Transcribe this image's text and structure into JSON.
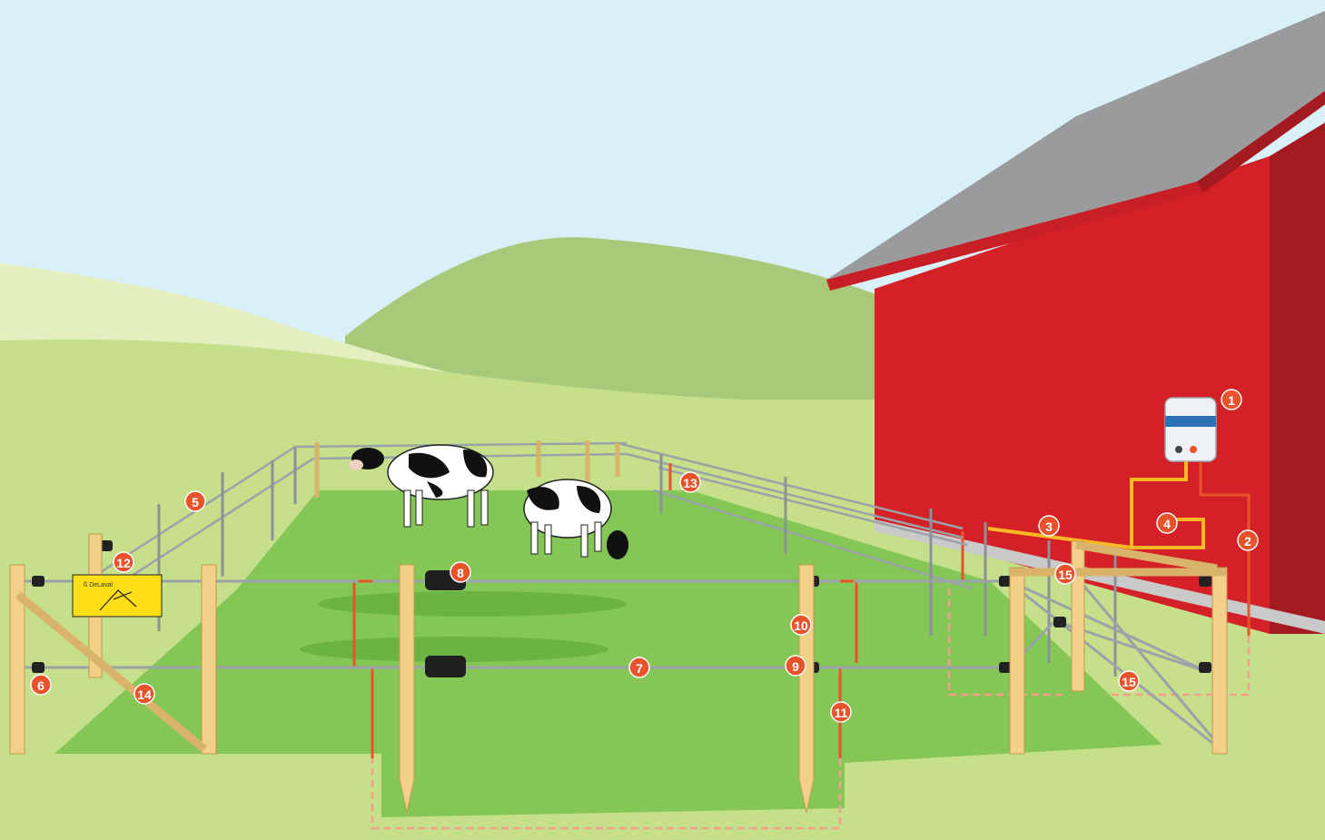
{
  "diagram": {
    "colors": {
      "sky": "#daf0f9",
      "hill_far": "#a8c97a",
      "hill_light": "#e3efbf",
      "grass": "#c6df8a",
      "paddock": "#7dc451",
      "barn_wall": "#d42027",
      "barn_roof": "#9a9b9d",
      "post": "#f2d08a",
      "wire": "#9aa3a8",
      "live_lead": "#e8532b",
      "supply_lead": "#f7b824",
      "callout": "#e8532b"
    },
    "sign": {
      "brand": "ß DeLaval"
    },
    "callouts": [
      {
        "number": "1"
      },
      {
        "number": "2"
      },
      {
        "number": "3"
      },
      {
        "number": "4"
      },
      {
        "number": "5"
      },
      {
        "number": "6"
      },
      {
        "number": "7"
      },
      {
        "number": "8"
      },
      {
        "number": "9"
      },
      {
        "number": "10"
      },
      {
        "number": "11"
      },
      {
        "number": "12"
      },
      {
        "number": "13"
      },
      {
        "number": "14"
      },
      {
        "number": "15"
      },
      {
        "number": "15"
      }
    ]
  }
}
